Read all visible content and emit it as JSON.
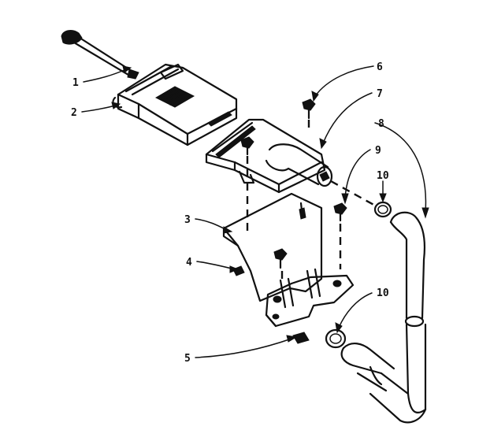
{
  "callouts": [
    {
      "id": "1",
      "label": "1"
    },
    {
      "id": "2",
      "label": "2"
    },
    {
      "id": "3",
      "label": "3"
    },
    {
      "id": "4",
      "label": "4"
    },
    {
      "id": "5",
      "label": "5"
    },
    {
      "id": "6",
      "label": "6"
    },
    {
      "id": "7",
      "label": "7"
    },
    {
      "id": "8",
      "label": "8"
    },
    {
      "id": "9",
      "label": "9"
    },
    {
      "id": "10a",
      "label": "10"
    },
    {
      "id": "10b",
      "label": "10"
    }
  ]
}
